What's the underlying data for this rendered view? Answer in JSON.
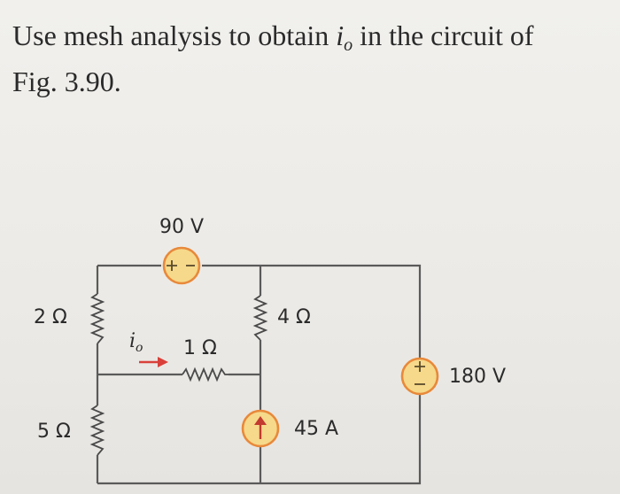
{
  "problem": {
    "line1_before": "Use mesh analysis to obtain ",
    "variable": "i",
    "subscript": "o",
    "line1_after": " in the circuit of",
    "line2": "Fig. 3.90."
  },
  "circuit": {
    "voltage_source_top": "90 V",
    "resistor_left_top": "2 Ω",
    "resistor_left_bottom": "5 Ω",
    "resistor_middle": "1 Ω",
    "resistor_right": "4 Ω",
    "current_source": "45 A",
    "voltage_source_right": "180 V",
    "current_label_i": "i",
    "current_label_o": "o"
  },
  "colors": {
    "source_fill": "#f6d98a",
    "source_stroke": "#e8893a",
    "current_arrow": "#d9403a"
  }
}
